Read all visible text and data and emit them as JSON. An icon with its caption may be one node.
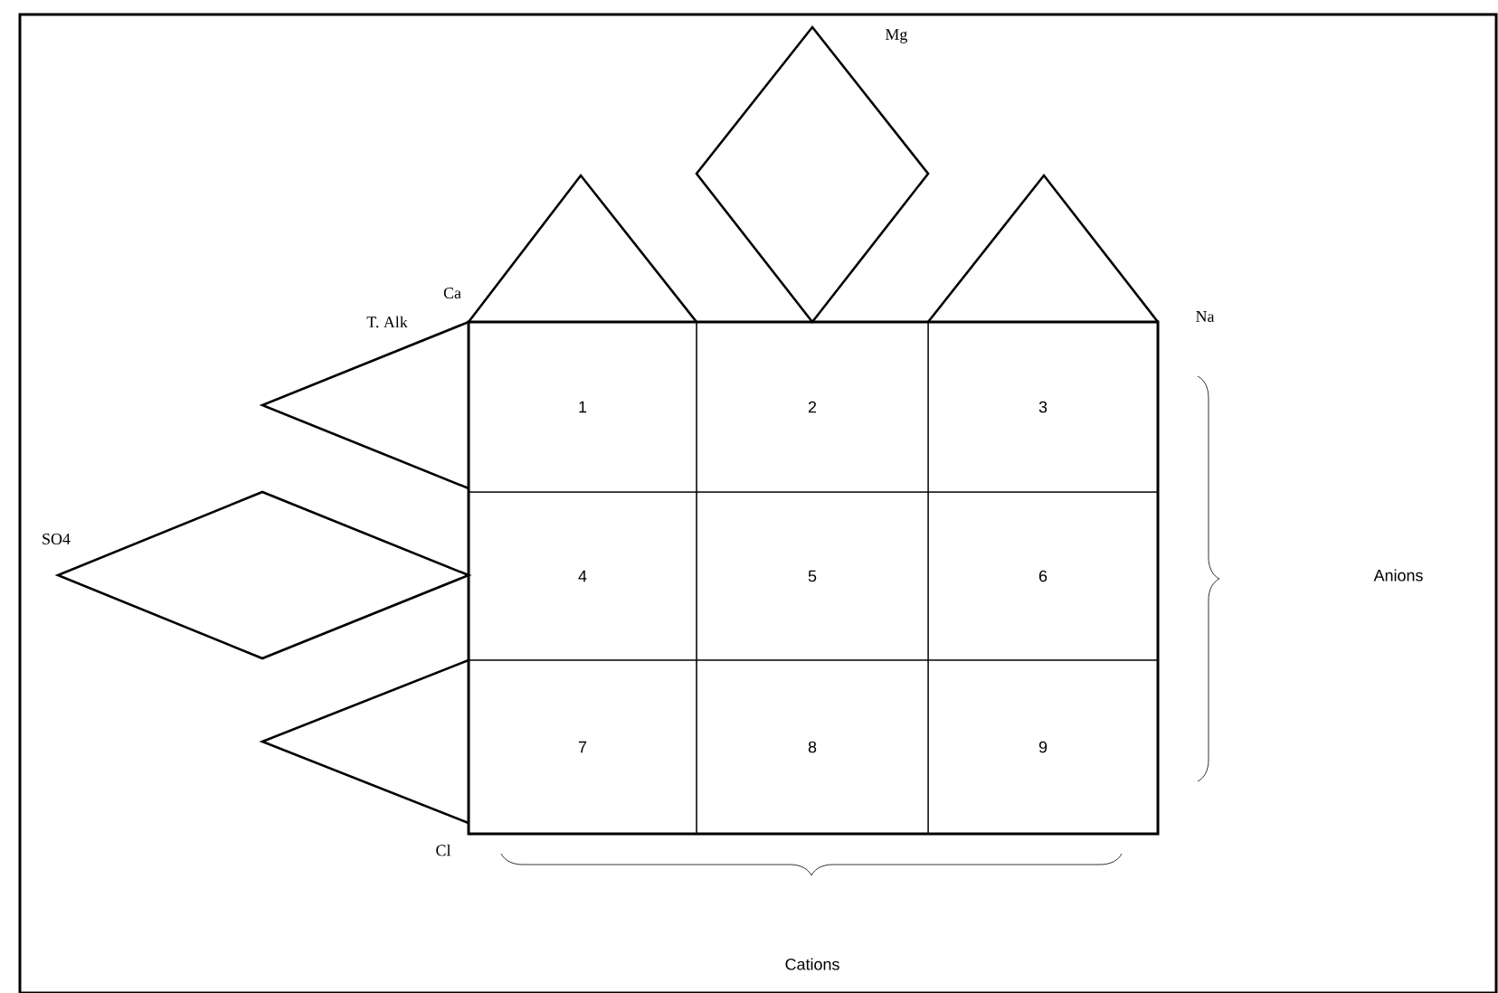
{
  "diagram": {
    "nodes": [
      {
        "text": [
          "1"
        ]
      },
      {
        "text": [
          "2"
        ]
      },
      {
        "text": [
          "3"
        ]
      },
      {
        "text": [
          "4"
        ]
      },
      {
        "text": [
          "5"
        ]
      },
      {
        "text": [
          "6"
        ]
      },
      {
        "text": [
          "7"
        ]
      },
      {
        "text": [
          "8"
        ]
      },
      {
        "text": [
          "9"
        ]
      }
    ],
    "labels": [
      "Mg",
      "Ca",
      "T. Alk",
      "Na",
      "SO4",
      "Anions",
      "Cl",
      "Cations"
    ]
  }
}
